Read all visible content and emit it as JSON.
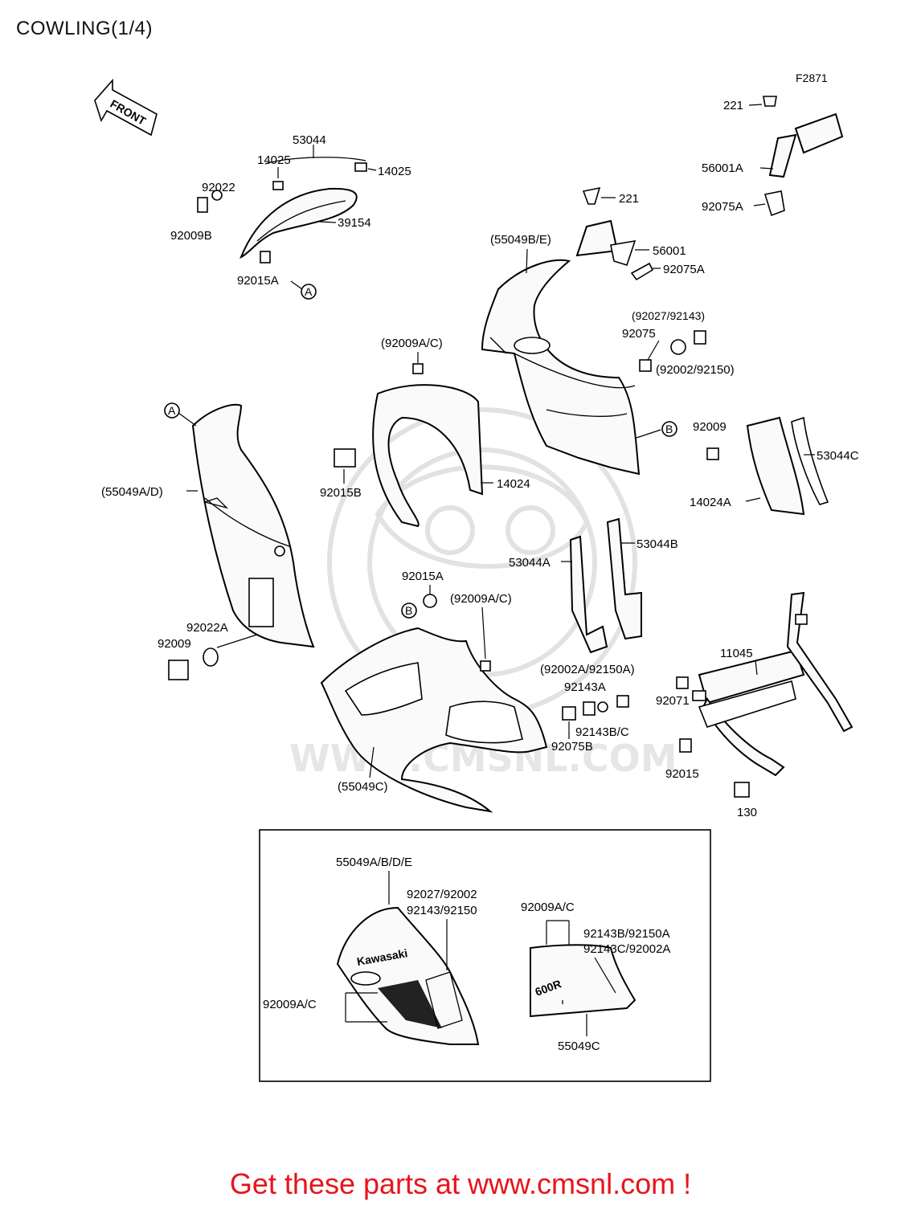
{
  "title": "COWLING(1/4)",
  "diagram_code": "F2871",
  "front_label": "FRONT",
  "ref_a": "A",
  "ref_b": "B",
  "watermark": "WWW.CMSNL.COM",
  "parts": {
    "p221_top": "221",
    "p56001A": "56001A",
    "p92075A_top": "92075A",
    "p221_mid": "221",
    "p56001": "56001",
    "p92075A_mid": "92075A",
    "p53044": "53044",
    "p14025_left": "14025",
    "p14025_right": "14025",
    "p92022": "92022",
    "p39154": "39154",
    "p92009B": "92009B",
    "p92015A_top": "92015A",
    "p55049BE": "(55049B/E)",
    "p92027_92143": "(92027/92143)",
    "p92075": "92075",
    "p92002_92150": "(92002/92150)",
    "p92009AC_mid": "(92009A/C)",
    "p92015B": "92015B",
    "p14024": "14024",
    "p92009_right": "92009",
    "p53044C": "53044C",
    "p14024A": "14024A",
    "p55049AD": "(55049A/D)",
    "p53044B": "53044B",
    "p53044A": "53044A",
    "p92015A_mid": "92015A",
    "p92009AC_low": "(92009A/C)",
    "p92022A": "92022A",
    "p92009_left": "92009",
    "p92002A_92150A": "(92002A/92150A)",
    "p92143A": "92143A",
    "p11045": "11045",
    "p92071": "92071",
    "p92143BC": "92143B/C",
    "p92075B": "92075B",
    "p55049C": "(55049C)",
    "p92015": "92015",
    "p130": "130"
  },
  "inset": {
    "p55049ABDE": "55049A/B/D/E",
    "p92027_92002": "92027/92002",
    "p92143_92150": "92143/92150",
    "p92009AC_right": "92009A/C",
    "p92143B_92150A": "92143B/92150A",
    "p92143C_92002A": "92143C/92002A",
    "p92009AC_left": "92009A/C",
    "p55049C": "55049C",
    "decal_kawasaki": "Kawasaki",
    "decal_600r": "600R"
  },
  "ad_text": "Get these parts at www.cmsnl.com !",
  "colors": {
    "ad": "#e8141c",
    "line": "#000000",
    "watermark": "#e2e2e2"
  }
}
